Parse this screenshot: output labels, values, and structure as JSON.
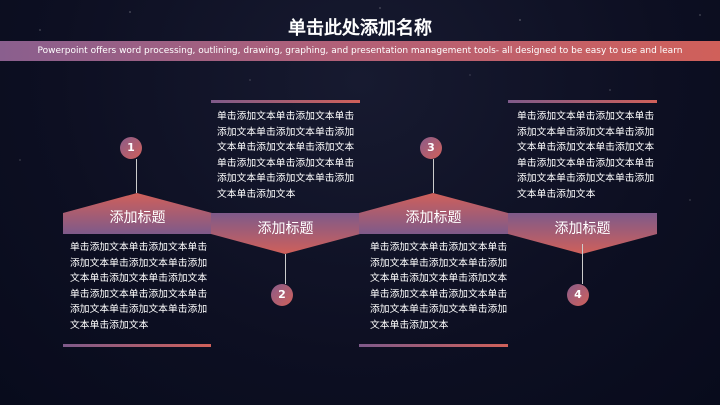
{
  "title": "单击此处添加名称",
  "subtitle": "Powerpoint offers word processing, outlining, drawing, graphing, and presentation management tools- all designed to be easy to use and learn",
  "colors": {
    "background": "#0d0f22",
    "gradient_start": "#7e5a8a",
    "gradient_end": "#d0605a"
  },
  "steps": [
    {
      "number": "1",
      "heading": "添加标题",
      "text": "单击添加文本单击添加文本单击添加文本单击添加文本单击添加文本单击添加文本单击添加文本单击添加文本单击添加文本单击添加文本单击添加文本单击添加文本单击添加文本"
    },
    {
      "number": "2",
      "heading": "添加标题",
      "text": "单击添加文本单击添加文本单击添加文本单击添加文本单击添加文本单击添加文本单击添加文本单击添加文本单击添加文本单击添加文本单击添加文本单击添加文本单击添加文本"
    },
    {
      "number": "3",
      "heading": "添加标题",
      "text": "单击添加文本单击添加文本单击添加文本单击添加文本单击添加文本单击添加文本单击添加文本单击添加文本单击添加文本单击添加文本单击添加文本单击添加文本单击添加文本"
    },
    {
      "number": "4",
      "heading": "添加标题",
      "text": "单击添加文本单击添加文本单击添加文本单击添加文本单击添加文本单击添加文本单击添加文本单击添加文本单击添加文本单击添加文本单击添加文本单击添加文本单击添加文本"
    }
  ]
}
